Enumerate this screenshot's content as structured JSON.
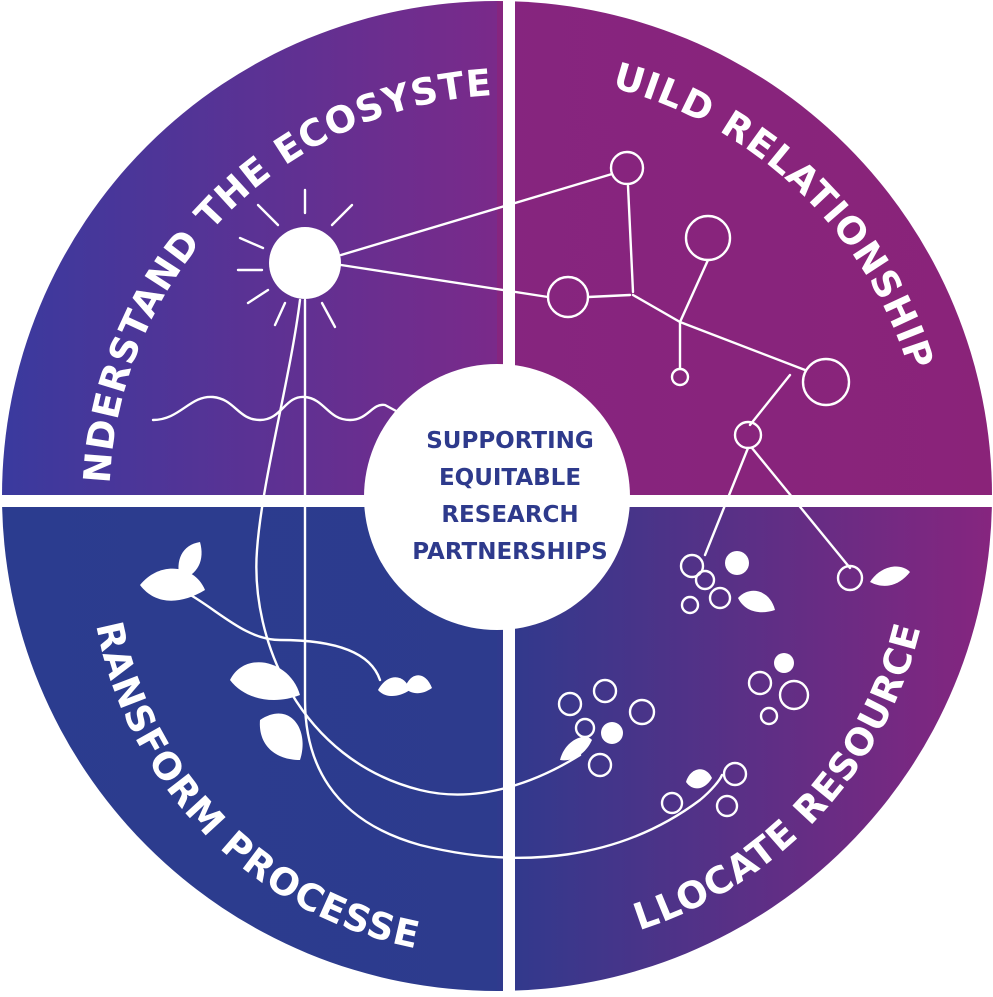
{
  "quadrants": {
    "top_left": {
      "label": "UNDERSTAND THE ECOSYSTEM",
      "color_start": "#3a3a9e",
      "color_end": "#7a2a8a"
    },
    "top_right": {
      "label": "BUILD RELATIONSHIPS",
      "color_start": "#86257f",
      "color_end": "#8a2379"
    },
    "bottom_left": {
      "label": "TRANSFORM PROCESSES",
      "color_start": "#2b3c8f",
      "color_end": "#2d3b8d"
    },
    "bottom_right": {
      "label": "ALLOCATE RESOURCES",
      "color_start": "#2f3a8d",
      "color_end": "#86257f"
    }
  },
  "center": {
    "lines": [
      "SUPPORTING",
      "EQUITABLE",
      "RESEARCH",
      "PARTNERSHIPS"
    ],
    "text_color": "#2e3a8c",
    "bg_color": "#ffffff"
  },
  "icons": {
    "sun": "sun-icon",
    "waves": "waves-icon",
    "network": "network-graph",
    "leaves": "leaf-icon",
    "bubbles": "resource-bubbles"
  }
}
